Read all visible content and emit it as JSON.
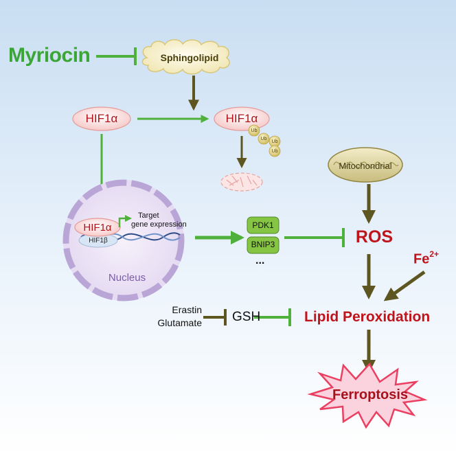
{
  "inhibitors": {
    "myriocin": "Myriocin",
    "erastin": "Erastin",
    "glutamate": "Glutamate"
  },
  "molecules": {
    "sphingolipid": "Sphingolipid",
    "hif1a": "HIF1α",
    "hif1b": "HIF1β",
    "ub": "Ub",
    "mitochondrial": "Mitochondrial",
    "gsh": "GSH",
    "fe": "Fe",
    "fe_charge": "2+"
  },
  "nucleus": {
    "label": "Nucleus",
    "target_line1": "Target",
    "target_line2": "gene expression"
  },
  "target_genes": [
    "PDK1",
    "BNIP3",
    "..."
  ],
  "outcomes": {
    "ros": "ROS",
    "lipid_peroxidation": "Lipid Peroxidation",
    "ferroptosis": "Ferroptosis"
  },
  "colors": {
    "activation_green": "#4fb13b",
    "brown_arrow": "#5e5620",
    "inhibitor_green": "#3aa635",
    "red_text": "#c0141c",
    "gene_box": "#86c443",
    "nucleus_purple": "#b9a6d6"
  }
}
